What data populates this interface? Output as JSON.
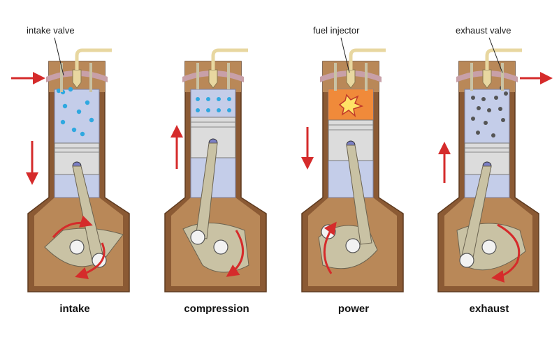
{
  "stages": [
    {
      "name": "intake"
    },
    {
      "name": "compression"
    },
    {
      "name": "power"
    },
    {
      "name": "exhaust"
    }
  ],
  "callouts": {
    "intake_valve": "intake valve",
    "fuel_injector": "fuel injector",
    "exhaust_valve": "exhaust valve"
  },
  "colors": {
    "block_outer": "#8b5a34",
    "block_inner": "#b98858",
    "cylinder_gas": "#c4cde9",
    "piston": "#dcdcdc",
    "rod": "#c9c2a4",
    "combustion": "#f08a3a",
    "air_dots": "#2fa8e0",
    "exhaust_dots": "#555555",
    "arrow": "#d52b2b",
    "valve_ring": "#c8a0a8",
    "fuel_line": "#e8d7a0"
  }
}
